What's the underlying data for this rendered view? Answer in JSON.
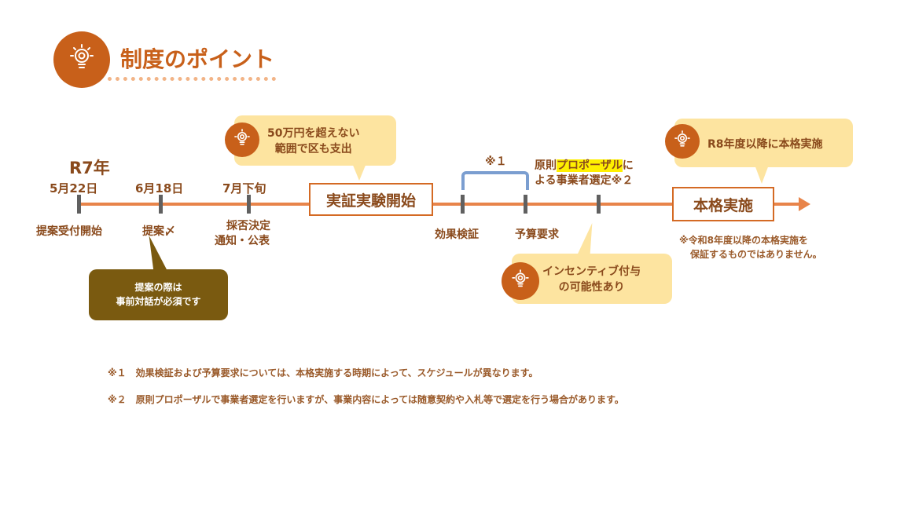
{
  "header": {
    "title": "制度のポイント",
    "icon": "lightbulb-icon"
  },
  "timeline": {
    "year": "R7年",
    "dates": [
      "5月22日",
      "6月18日",
      "7月下旬"
    ],
    "events": [
      "提案受付開始",
      "提案〆",
      "採否決定",
      "通知・公表"
    ],
    "demo_start": "実証実験開始",
    "verify": "効果検証",
    "budget": "予算要求",
    "full": "本格実施",
    "note_mark1": "※１",
    "selection_pre": "原則",
    "selection_highlight": "プロポーザル",
    "selection_post": "に",
    "selection_line2": "よる事業者選定※２"
  },
  "callouts": {
    "budget_line1": "50万円を超えない",
    "budget_line2": "範囲で区も支出",
    "r8": "R8年度以降に本格実施",
    "incentive_line1": "インセンティブ付与",
    "incentive_line2": "の可能性あり",
    "consult_line1": "提案の際は",
    "consult_line2": "事前対話が必須です"
  },
  "disclaimer_line1": "※令和8年度以降の本格実施を",
  "disclaimer_line2": "保証するものではありません。",
  "footnotes": [
    "※１　効果検証および予算要求については、本格実施する時期によって、スケジュールが異なります。",
    "※２　原則プロポーザルで事業者選定を行いますが、事業内容によっては随意契約や入札等で選定を行う場合があります。"
  ],
  "colors": {
    "accent": "#c8601a",
    "timeline": "#e8844a",
    "bubble": "#fde4a0",
    "dark_bubble": "#7a5a10",
    "highlight": "#fff000",
    "bracket": "#7b9ed0"
  }
}
